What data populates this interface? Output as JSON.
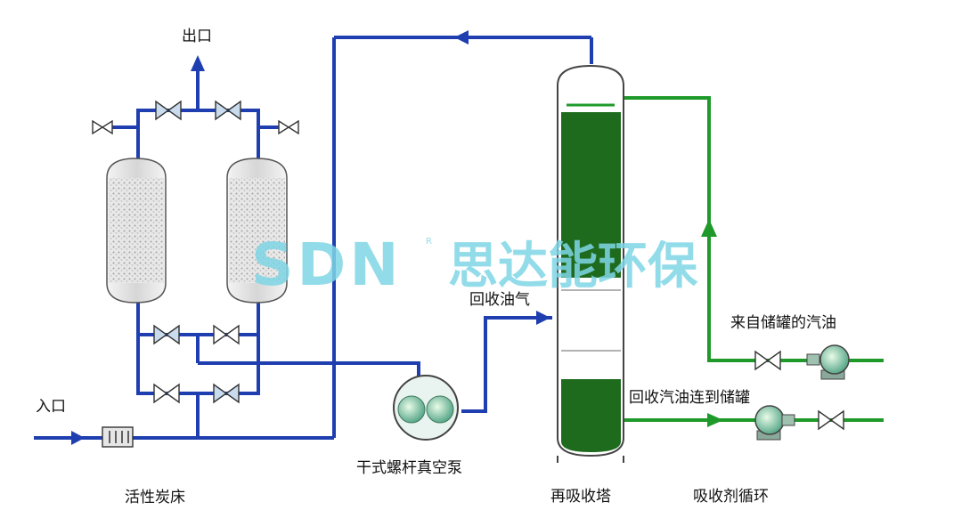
{
  "labels": {
    "outlet": "出口",
    "inlet": "入口",
    "carbon_bed": "活性炭床",
    "vacuum_pump": "干式螺杆真空泵",
    "recovered_vapor": "回收油气",
    "reabsorption_tower": "再吸收塔",
    "from_tank": "来自储罐的汽油",
    "to_tank": "回收汽油连到储罐",
    "absorbent_loop": "吸收剂循环"
  },
  "watermark": {
    "logo": "SDN",
    "company": "思达能环保",
    "registered": "R"
  },
  "colors": {
    "pipe_blue": "#1f3fb0",
    "pipe_green": "#1f9a2a",
    "tower_green": "#1e6b1e",
    "valve_fill": "#c9dced",
    "watermark_cyan": "#7fd6e6"
  }
}
